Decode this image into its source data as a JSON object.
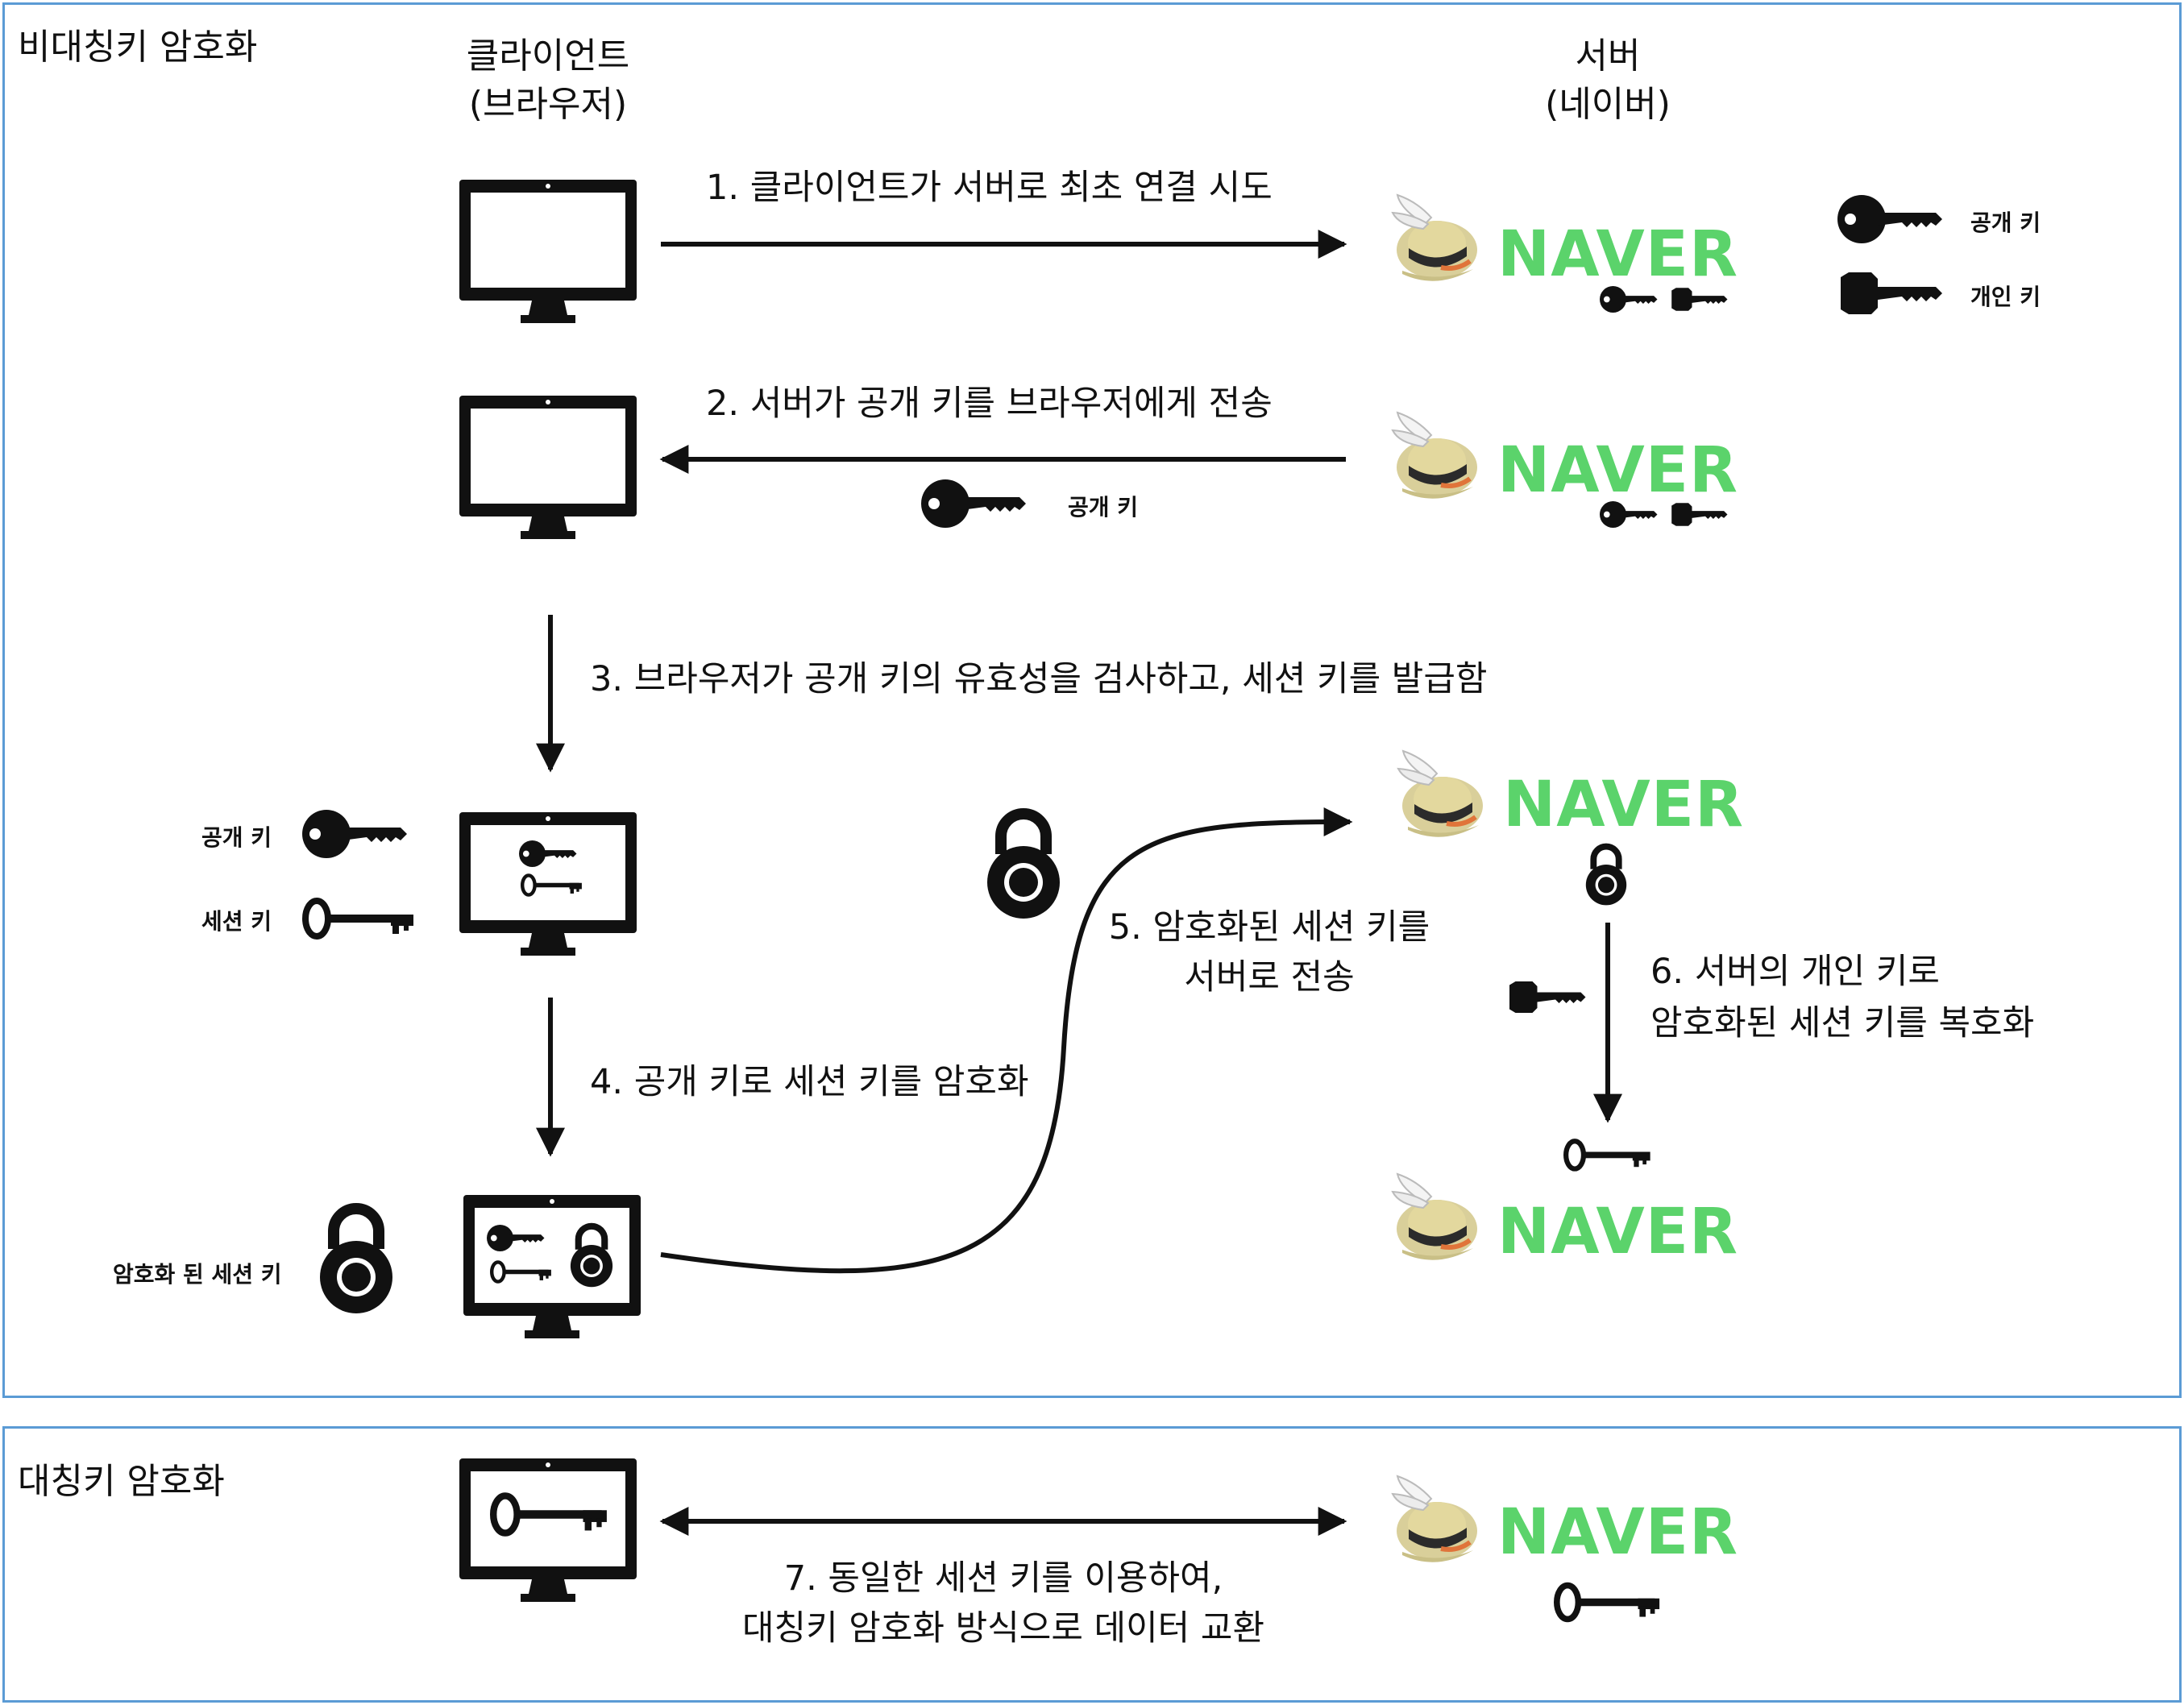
{
  "sections": {
    "asymmetric": "비대칭키 암호화",
    "symmetric": "대칭키 암호화"
  },
  "headers": {
    "client": "클라이언트",
    "client_sub": "(브라우저)",
    "server": "서버",
    "server_sub": "(네이버)"
  },
  "steps": {
    "s1": "1. 클라이언트가 서버로 최초 연결 시도",
    "s2": "2. 서버가 공개 키를 브라우저에게 전송",
    "s3": "3. 브라우저가 공개 키의 유효성을 검사하고, 세션 키를 발급함",
    "s4": "4. 공개 키로 세션 키를 암호화",
    "s5_line1": "5. 암호화된 세션 키를",
    "s5_line2": "서버로 전송",
    "s6_line1": "6. 서버의 개인 키로",
    "s6_line2": "암호화된 세션 키를 복호화",
    "s7_line1": "7. 동일한 세션 키를 이용하여,",
    "s7_line2": "대칭키 암호화 방식으로 데이터 교환"
  },
  "labels": {
    "public_key": "공개 키",
    "private_key": "개인 키",
    "session_key": "세션 키",
    "encrypted_session_key": "암호화 된 세션 키"
  },
  "brand": {
    "name": "NAVER",
    "color": "#5bd36b"
  },
  "colors": {
    "border": "#5b9bd5",
    "ink": "#111111"
  }
}
